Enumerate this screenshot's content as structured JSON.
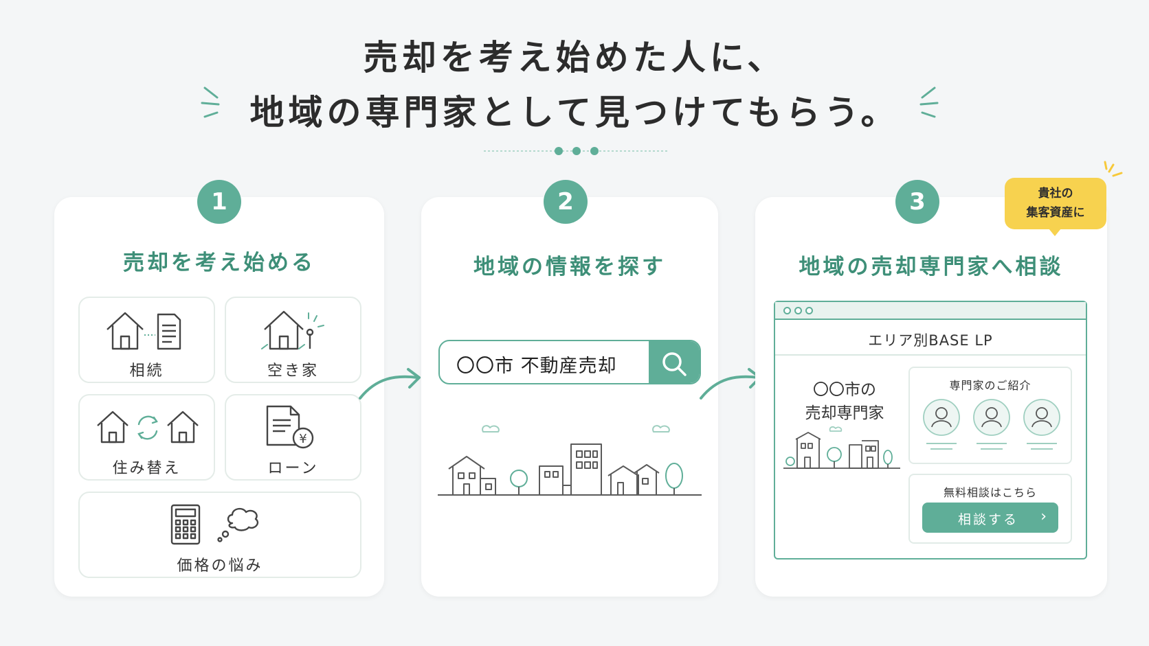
{
  "headline": {
    "line1": "売却を考え始めた人に、",
    "line2": "地域の専門家として見つけてもらう。"
  },
  "colors": {
    "accent": "#5fae98",
    "accent_text": "#3e8f78",
    "badge": "#f7d24f"
  },
  "steps": [
    {
      "number": "1",
      "title": "売却を考え始める",
      "items": [
        {
          "label": "相続",
          "icon": "house-document-icon"
        },
        {
          "label": "空き家",
          "icon": "vacant-house-icon"
        },
        {
          "label": "住み替え",
          "icon": "house-swap-icon"
        },
        {
          "label": "ローン",
          "icon": "loan-document-icon"
        },
        {
          "label": "価格の悩み",
          "icon": "calculator-thought-icon"
        }
      ]
    },
    {
      "number": "2",
      "title": "地域の情報を探す",
      "search_query": "〇〇市 不動産売却"
    },
    {
      "number": "3",
      "title": "地域の売却専門家へ相談",
      "badge": {
        "line1": "貴社の",
        "line2": "集客資産に"
      },
      "browser": {
        "url": "エリア別BASE LP",
        "local_title_1": "〇〇市の",
        "local_title_2": "売却専門家",
        "experts_title": "専門家のご紹介",
        "consult_title": "無料相談はこちら",
        "cta_label": "相談する",
        "cta_chevron": "›"
      }
    }
  ]
}
